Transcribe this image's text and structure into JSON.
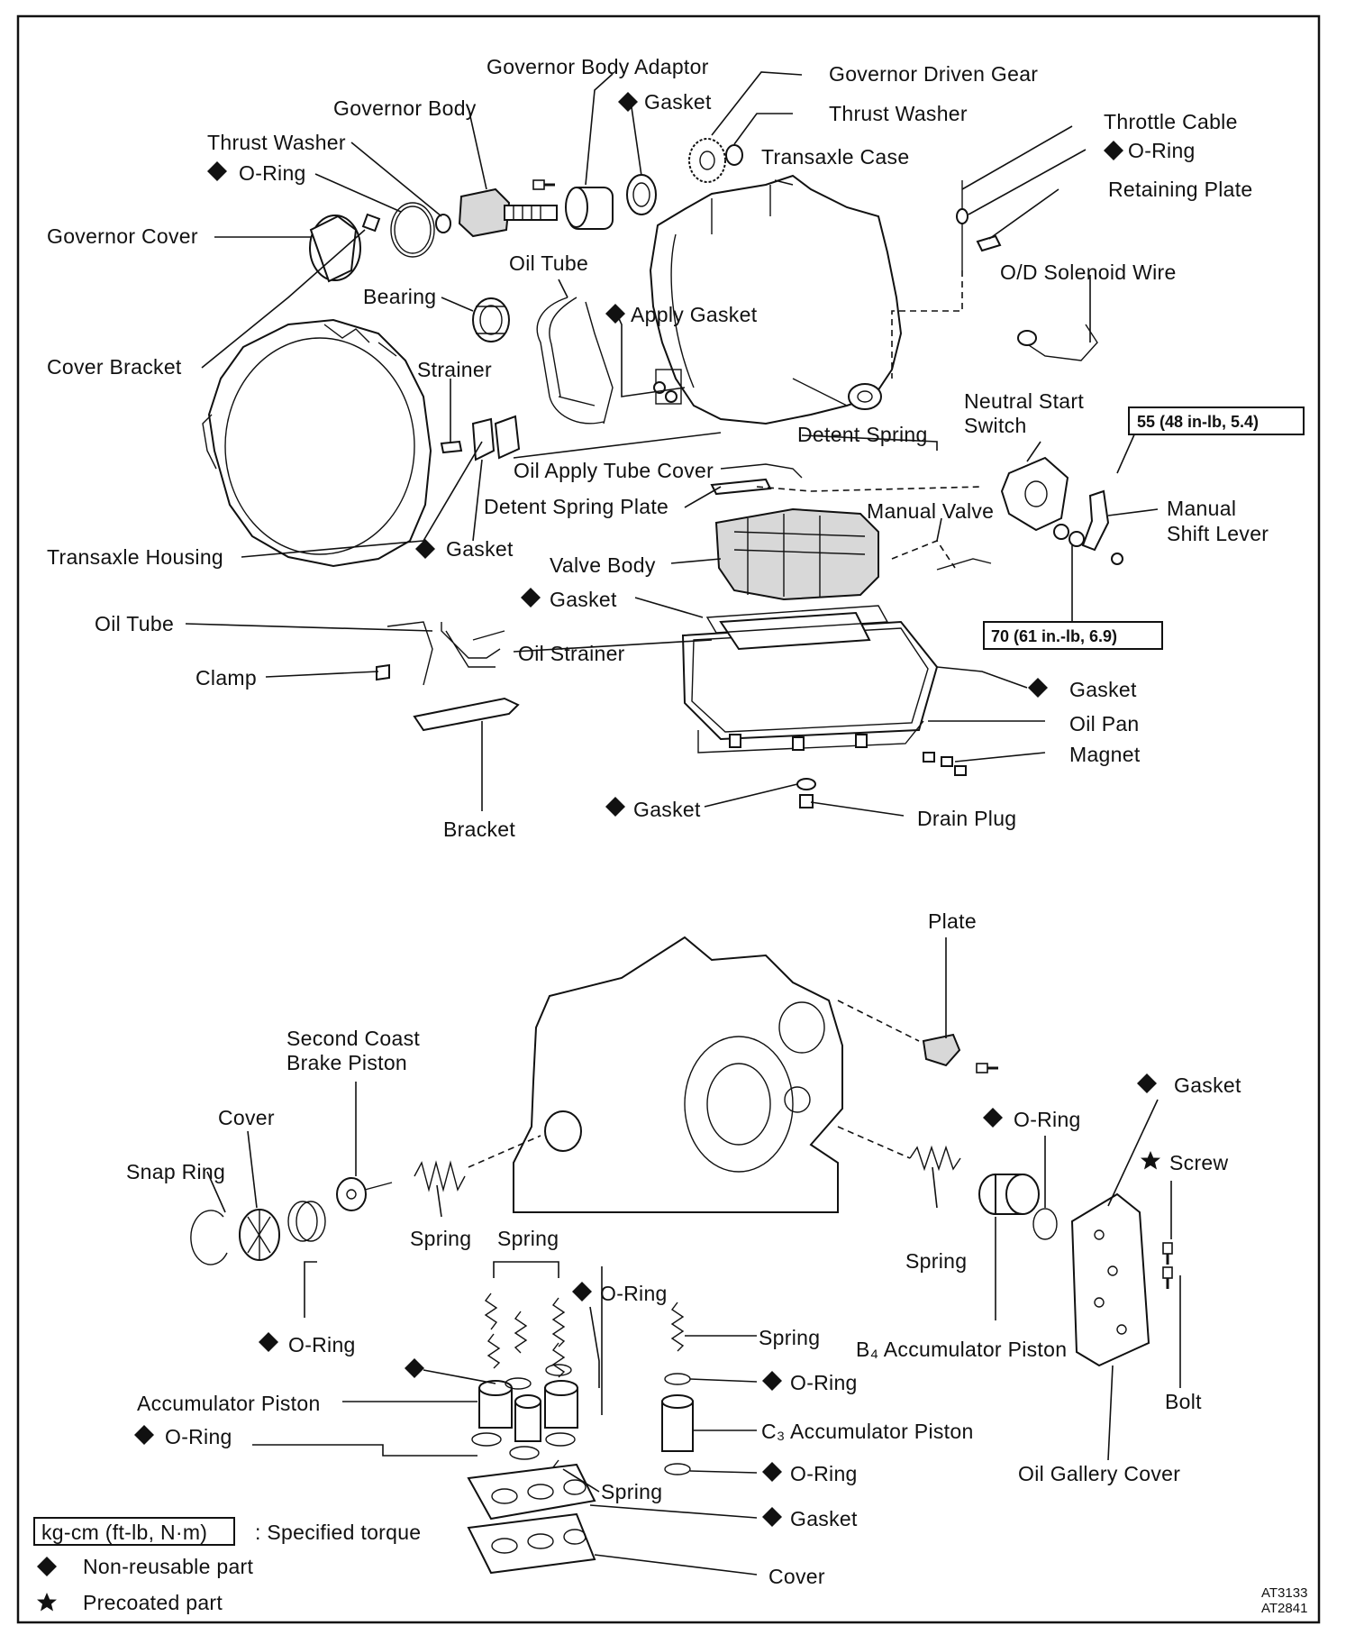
{
  "labels": {
    "governor_body_adaptor": "Governor Body Adaptor",
    "governor_driven_gear": "Governor Driven Gear",
    "gasket_top": "Gasket",
    "governor_body": "Governor Body",
    "thrust_washer_right": "Thrust Washer",
    "throttle_cable": "Throttle Cable",
    "thrust_washer_left": "Thrust Washer",
    "o_ring_throttle": "O-Ring",
    "o_ring_governor": "O-Ring",
    "transaxle_case": "Transaxle Case",
    "retaining_plate": "Retaining Plate",
    "governor_cover": "Governor Cover",
    "oil_tube_top": "Oil Tube",
    "od_solenoid_wire": "O/D Solenoid Wire",
    "bearing": "Bearing",
    "apply_gasket": "Apply Gasket",
    "cover_bracket": "Cover Bracket",
    "strainer": "Strainer",
    "neutral_start_switch_1": "Neutral Start",
    "neutral_start_switch_2": "Switch",
    "detent_spring": "Detent Spring",
    "oil_apply_tube_cover": "Oil Apply Tube Cover",
    "manual_shift_lever_1": "Manual",
    "manual_shift_lever_2": "Shift Lever",
    "detent_spring_plate": "Detent Spring Plate",
    "manual_valve": "Manual Valve",
    "transaxle_housing": "Transaxle Housing",
    "gasket_housing": "Gasket",
    "valve_body": "Valve Body",
    "gasket_valve_body": "Gasket",
    "oil_tube_bottom": "Oil Tube",
    "oil_strainer": "Oil Strainer",
    "clamp": "Clamp",
    "gasket_pan": "Gasket",
    "oil_pan": "Oil Pan",
    "magnet": "Magnet",
    "gasket_drain": "Gasket",
    "drain_plug": "Drain Plug",
    "bracket": "Bracket",
    "plate": "Plate",
    "second_coast_1": "Second Coast",
    "second_coast_2": "Brake Piston",
    "cover_top": "Cover",
    "gasket_gallery": "Gasket",
    "snap_ring": "Snap Ring",
    "o_ring_b4": "O-Ring",
    "screw": "Screw",
    "spring_left": "Spring",
    "spring_group": "Spring",
    "spring_b4": "Spring",
    "o_ring_accum_top": "O-Ring",
    "o_ring_cover": "O-Ring",
    "spring_c3": "Spring",
    "b4_accumulator_piston": "B₄ Accumulator Piston",
    "bolt": "Bolt",
    "o_ring_c3_top": "O-Ring",
    "accumulator_piston": "Accumulator Piston",
    "c3_accumulator_piston": "C₃ Accumulator Piston",
    "o_ring_accum_left": "O-Ring",
    "o_ring_c3_bottom": "O-Ring",
    "oil_gallery_cover": "Oil Gallery Cover",
    "spring_bottom": "Spring",
    "gasket_bottom": "Gasket",
    "cover_bottom": "Cover"
  },
  "torque_specs": {
    "manual_shift_lever_nut": "55 (48 in-lb, 5.4)",
    "neutral_start_switch_bolt": "70 (61 in.-lb, 6.9)"
  },
  "legend": {
    "torque_unit": "kg-cm (ft-lb, N·m)",
    "torque_desc": ": Specified torque",
    "nonreusable": "Non-reusable part",
    "precoated": "Precoated part"
  },
  "figure_codes": [
    "AT3133",
    "AT2841"
  ]
}
